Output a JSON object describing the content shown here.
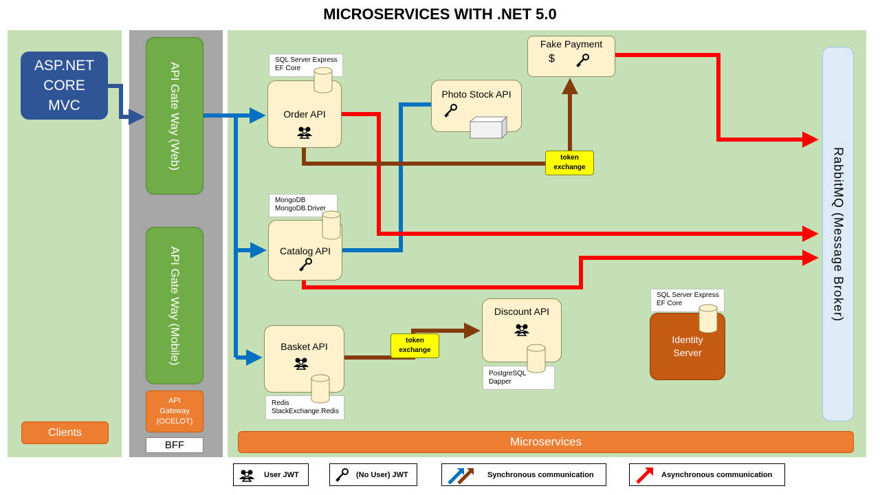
{
  "title": "MICROSERVICES WITH .NET 5.0",
  "clients": {
    "mvc_label": "ASP.NET\nCORE\nMVC",
    "section_label": "Clients"
  },
  "bff": {
    "gateway_web": "API Gate Way (Web)",
    "gateway_mobile": "API Gate Way (Mobile)",
    "ocelot": "API\nGateway\n(OCELOT)",
    "section_label": "BFF"
  },
  "microservices": {
    "section_label": "Microservices",
    "order_api": {
      "name": "Order API",
      "db_note": [
        "SQL Server Express",
        "EF Core"
      ]
    },
    "catalog_api": {
      "name": "Catalog API",
      "db_note": [
        "MongoDB",
        "MongoDB.Driver"
      ]
    },
    "basket_api": {
      "name": "Basket API",
      "db_note": [
        "Redis",
        "StackExchange.Redis"
      ]
    },
    "photo_stock_api": {
      "name": "Photo  Stock API"
    },
    "fake_payment": {
      "name": "Fake Payment",
      "symbol": "$"
    },
    "discount_api": {
      "name": "Discount API",
      "db_note": [
        "PostgreSQL",
        "Dapper"
      ]
    },
    "identity_server": {
      "name_line1": "Identity",
      "name_line2": "Server",
      "db_note": [
        "SQL Server Express",
        "EF Core"
      ]
    },
    "token_exchange_1": [
      "token",
      "exchange"
    ],
    "token_exchange_2": [
      "token",
      "exchange"
    ]
  },
  "message_broker": "RabbitMQ  (Message  Broker)",
  "legend": {
    "user_jwt": "User JWT",
    "no_user_jwt": "(No User) JWT",
    "sync": "Synchronous  communication",
    "async": "Asynchronous communication"
  },
  "colors": {
    "sync_blue": "#0070c0",
    "sync_brown": "#843c0c",
    "async_red": "#ff0000",
    "panel_green": "#c5e0b4",
    "gateway_green": "#70ad47",
    "mvc_blue": "#2f5597",
    "orange": "#ed7d31",
    "service_fill": "#fff2cc",
    "token_yellow": "#ffff00"
  },
  "icons": [
    "user-jwt-icon",
    "key-icon",
    "database-cylinder-icon",
    "server-box-icon"
  ]
}
